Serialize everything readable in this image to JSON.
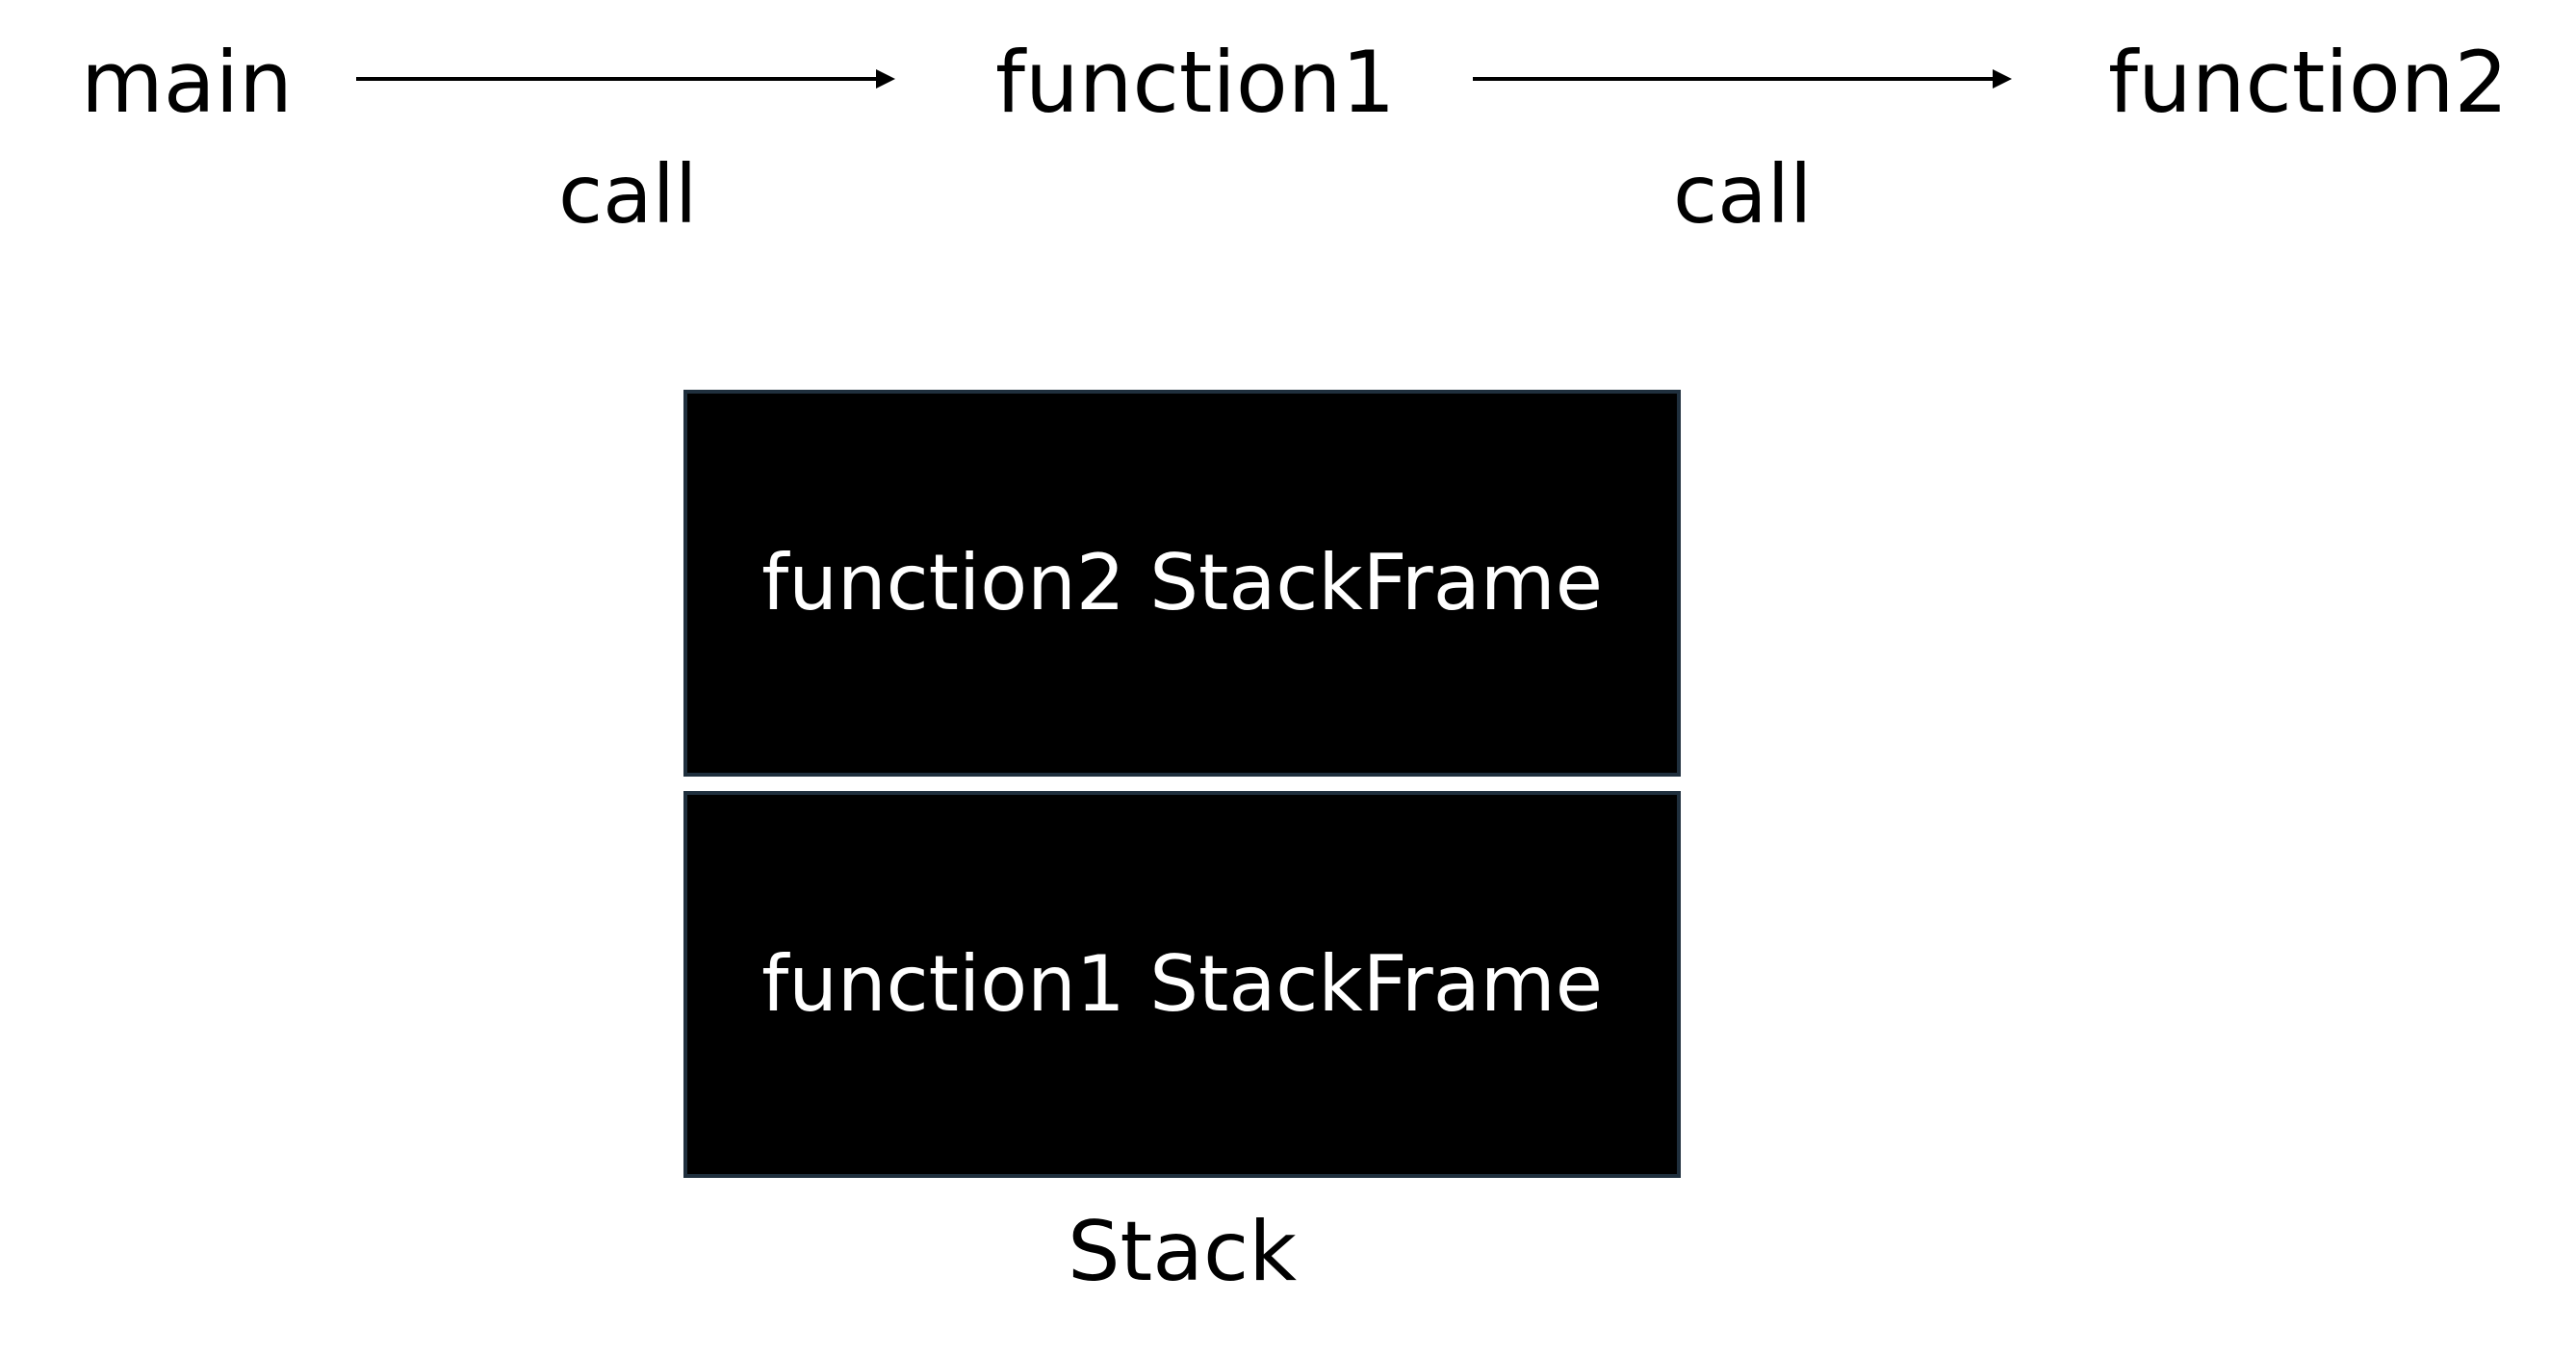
{
  "call_chain": {
    "nodes": [
      "main",
      "function1",
      "function2"
    ],
    "edge_labels": [
      "call",
      "call"
    ]
  },
  "stack": {
    "frames": [
      "function2 StackFrame",
      "function1 StackFrame"
    ],
    "caption": "Stack"
  },
  "colors": {
    "frame_fill": "#000000",
    "frame_text": "#ffffff",
    "frame_border": "#1f2f3d",
    "line": "#000000"
  }
}
